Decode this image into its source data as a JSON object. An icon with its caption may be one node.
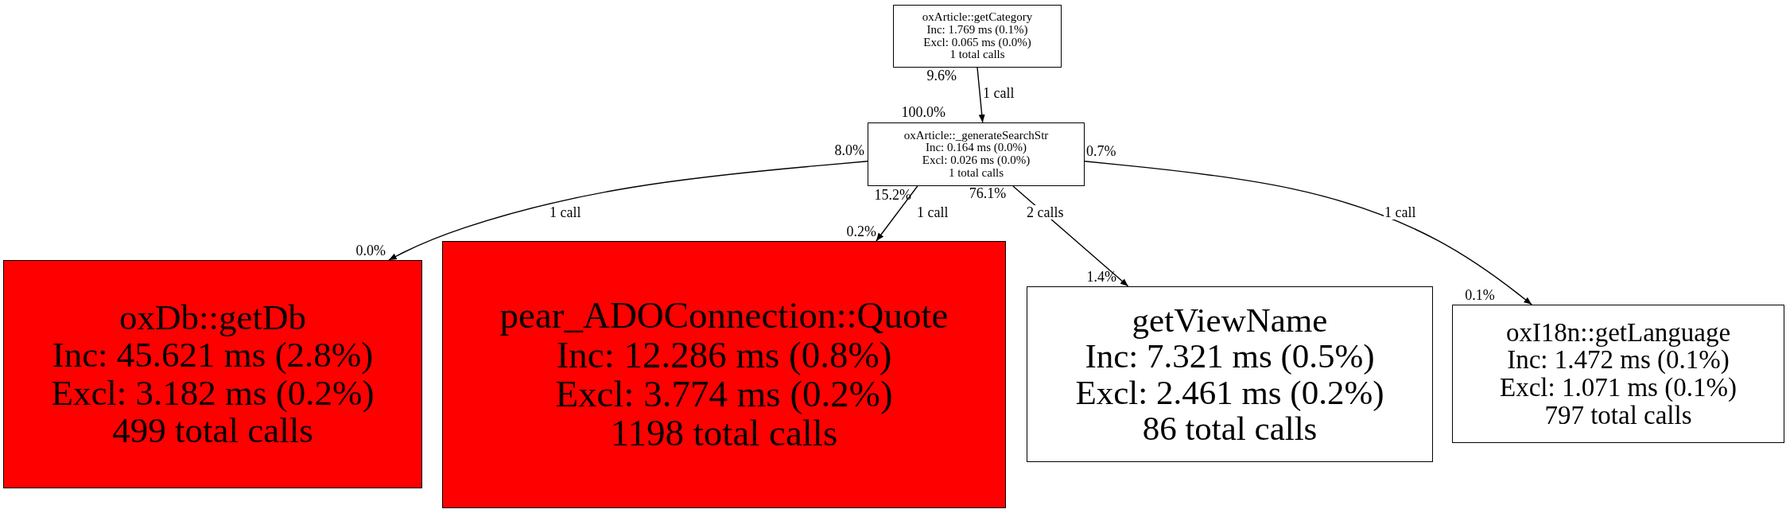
{
  "diagram": {
    "nodes": [
      {
        "text": [
          "oxArticle::getCategory",
          "Inc: 1.769 ms (0.1%)",
          "Excl: 0.065 ms (0.0%)",
          "1 total calls"
        ]
      },
      {
        "text": [
          "oxArticle::_generateSearchStr",
          "Inc: 0.164 ms (0.0%)",
          "Excl: 0.026 ms (0.0%)",
          "1 total calls"
        ]
      },
      {
        "text": [
          "oxDb::getDb",
          "Inc: 45.621 ms (2.8%)",
          "Excl: 3.182 ms (0.2%)",
          "499 total calls"
        ]
      },
      {
        "text": [
          "pear_ADOConnection::Quote",
          "Inc: 12.286 ms (0.8%)",
          "Excl: 3.774 ms (0.2%)",
          "1198 total calls"
        ]
      },
      {
        "text": [
          "getViewName",
          "Inc: 7.321 ms (0.5%)",
          "Excl: 2.461 ms (0.2%)",
          "86 total calls"
        ]
      },
      {
        "text": [
          "oxI18n::getLanguage",
          "Inc: 1.472 ms (0.1%)",
          "Excl: 1.071 ms (0.1%)",
          "797 total calls"
        ]
      }
    ],
    "edges": [
      {
        "from": 0,
        "to": 1,
        "arrow": "to",
        "label": "1 call"
      },
      {
        "from": 1,
        "to": 2,
        "arrow": "to",
        "label": "1 call"
      },
      {
        "from": 1,
        "to": 3,
        "arrow": "to",
        "label": "1 call"
      },
      {
        "from": 1,
        "to": 4,
        "arrow": "to",
        "label": "2 calls"
      },
      {
        "from": 1,
        "to": 5,
        "arrow": "to",
        "label": "1 call"
      }
    ],
    "labels": [
      "9.6%",
      "100.0%",
      "8.0%",
      "0.7%",
      "15.2%",
      "76.1%",
      "0.0%",
      "0.2%",
      "1.4%",
      "0.1%"
    ]
  }
}
